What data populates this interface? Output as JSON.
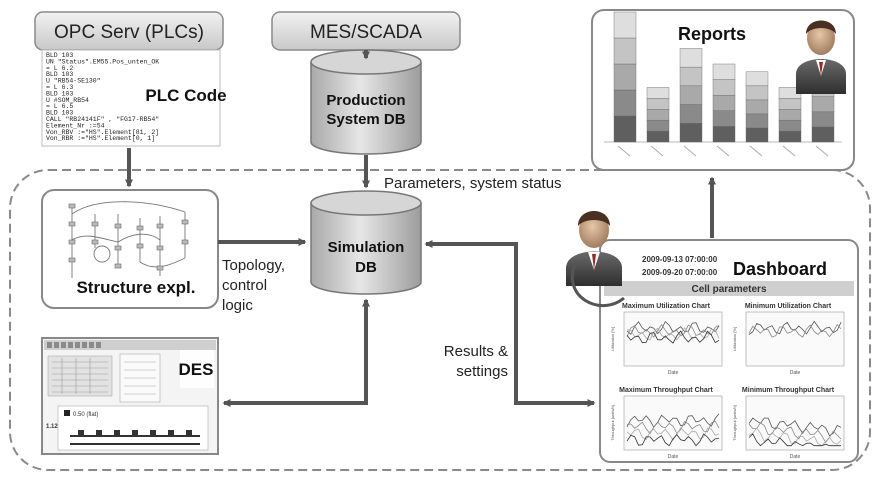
{
  "boxes": {
    "opc": "OPC Serv (PLCs)",
    "mes": "MES/SCADA",
    "plc_code": "PLC Code",
    "production_db": [
      "Production",
      "System DB"
    ],
    "simulation_db": [
      "Simulation",
      "DB"
    ],
    "structure": "Structure expl.",
    "des": "DES",
    "reports": "Reports",
    "dashboard": "Dashboard"
  },
  "edge_labels": {
    "parameters": "Parameters,  system status",
    "topology": [
      "Topology,",
      "control",
      "logic"
    ],
    "results": [
      "Results &",
      "settings"
    ]
  },
  "plc_code_lines": [
    "BLD   103",
    "UN    \"Status\".EM55.Pos_unten_OK",
    "=     L      6.2",
    "BLD   103",
    "U     \"RB54-SE130\"",
    "=     L      6.3",
    "BLD   103",
    "U     #SOM_RB54",
    "=     L      6.5",
    "BLD   103",
    "CALL  \"RB24141F\" , \"FG17-RB54\"",
    " Element_Nr      :=54",
    " Von_RBV         :=\"HS\".Element[81, 2]",
    " Von_RBR         :=\"HS\".Element[0, 1]"
  ],
  "dashboard": {
    "date_line_1": "2009-09-13 07:00:00",
    "date_line_2": "2009-09-20 07:00:00",
    "panel_title": "Cell parameters",
    "charts": [
      {
        "title": "Maximum Utilization Chart",
        "ylabel": "Utilization [%]",
        "xlabel": "Date"
      },
      {
        "title": "Minimum Utilization Chart",
        "ylabel": "Utilization [%]",
        "xlabel": "Date"
      },
      {
        "title": "Maximum Throughput Chart",
        "ylabel": "Throughput [units/h]",
        "xlabel": "Date"
      },
      {
        "title": "Minimum Throughput Chart",
        "ylabel": "Throughput [units/h]",
        "xlabel": "Date"
      }
    ]
  },
  "report_chart": {
    "stack_values": [
      100,
      42,
      72,
      60,
      54,
      42,
      58
    ]
  },
  "des_labels": {
    "box": "0.50 (flat)",
    "side": "1.12"
  },
  "colors": {
    "box_fill": "#dcdcdc",
    "box_stroke": "#8a8a8a",
    "arrow": "#555555",
    "dashed": "#888888"
  }
}
